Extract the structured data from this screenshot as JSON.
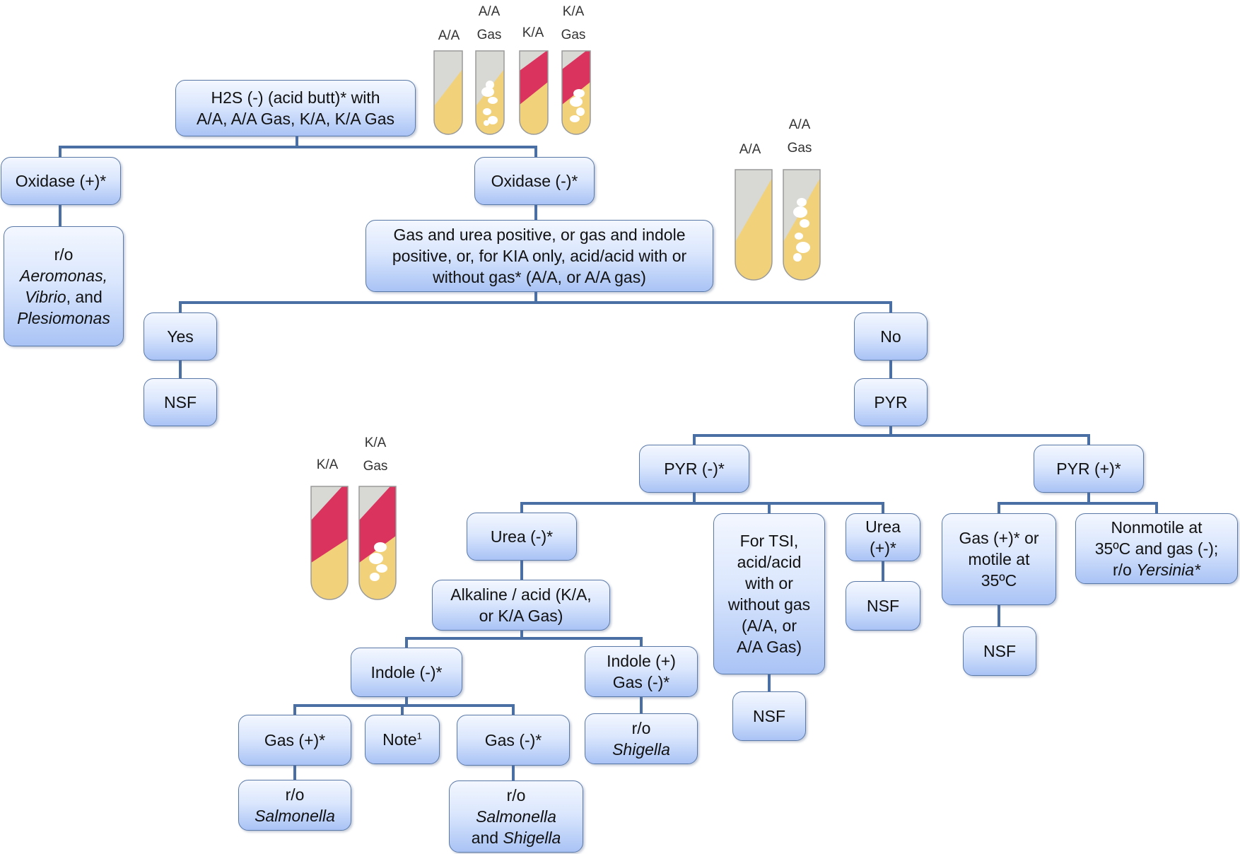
{
  "nodes": {
    "root": [
      "H2S (-) (acid butt)* with",
      "A/A, A/A Gas, K/A, K/A Gas"
    ],
    "oxidase_pos": [
      "Oxidase (+)*"
    ],
    "oxidase_pos_result": [
      "r/o",
      "Aeromonas,",
      "Vibrio, and",
      "Plesiomonas"
    ],
    "oxidase_neg": [
      "Oxidase (-)*"
    ],
    "gas_urea": [
      "Gas and urea positive, or gas and indole",
      "positive, or, for KIA only, acid/acid with or",
      "without gas* (A/A, or  A/A gas)"
    ],
    "yes": [
      "Yes"
    ],
    "yes_nsf": [
      "NSF"
    ],
    "no": [
      "No"
    ],
    "pyr": [
      "PYR"
    ],
    "pyr_neg": [
      "PYR (-)*"
    ],
    "pyr_pos": [
      "PYR (+)*"
    ],
    "urea_neg": [
      "Urea (-)*"
    ],
    "for_tsi": [
      "For TSI,",
      "acid/acid",
      "with or",
      "without gas",
      "(A/A, or",
      "A/A Gas)"
    ],
    "for_tsi_nsf": [
      "NSF"
    ],
    "urea_pos": [
      "Urea",
      "(+)*"
    ],
    "urea_pos_nsf": [
      "NSF"
    ],
    "gas_motile": [
      "Gas (+)* or",
      "motile at",
      "35ºC"
    ],
    "gas_motile_nsf": [
      "NSF"
    ],
    "nonmotile": [
      "Nonmotile at",
      "35ºC and gas (-);",
      "r/o Yersinia*"
    ],
    "alkaline_acid": [
      "Alkaline / acid (K/A,",
      "or K/A Gas)"
    ],
    "indole_neg": [
      "Indole (-)*"
    ],
    "indole_pos": [
      "Indole (+)",
      "Gas (-)*"
    ],
    "indole_pos_result": [
      "r/o",
      "Shigella"
    ],
    "gas_pos": [
      "Gas (+)*"
    ],
    "gas_pos_result": [
      "r/o",
      "Salmonella"
    ],
    "note": [
      "Note",
      "1"
    ],
    "gas_neg": [
      "Gas (-)*"
    ],
    "gas_neg_result": [
      "r/o",
      "Salmonella",
      "and Shigella"
    ]
  },
  "tube_labels": {
    "top": [
      [
        "A/A"
      ],
      [
        "A/A",
        "Gas"
      ],
      [
        "K/A"
      ],
      [
        "K/A",
        "Gas"
      ]
    ],
    "mid": [
      [
        "A/A"
      ],
      [
        "A/A",
        "Gas"
      ]
    ],
    "low": [
      [
        "K/A"
      ],
      [
        "K/A",
        "Gas"
      ]
    ]
  },
  "colors": {
    "line": "#4a6fa5",
    "node_border": "#5a79a8",
    "tube_yellow": "#f1d27a",
    "tube_red": "#d9335e",
    "tube_slant": "#d8d8d4"
  }
}
